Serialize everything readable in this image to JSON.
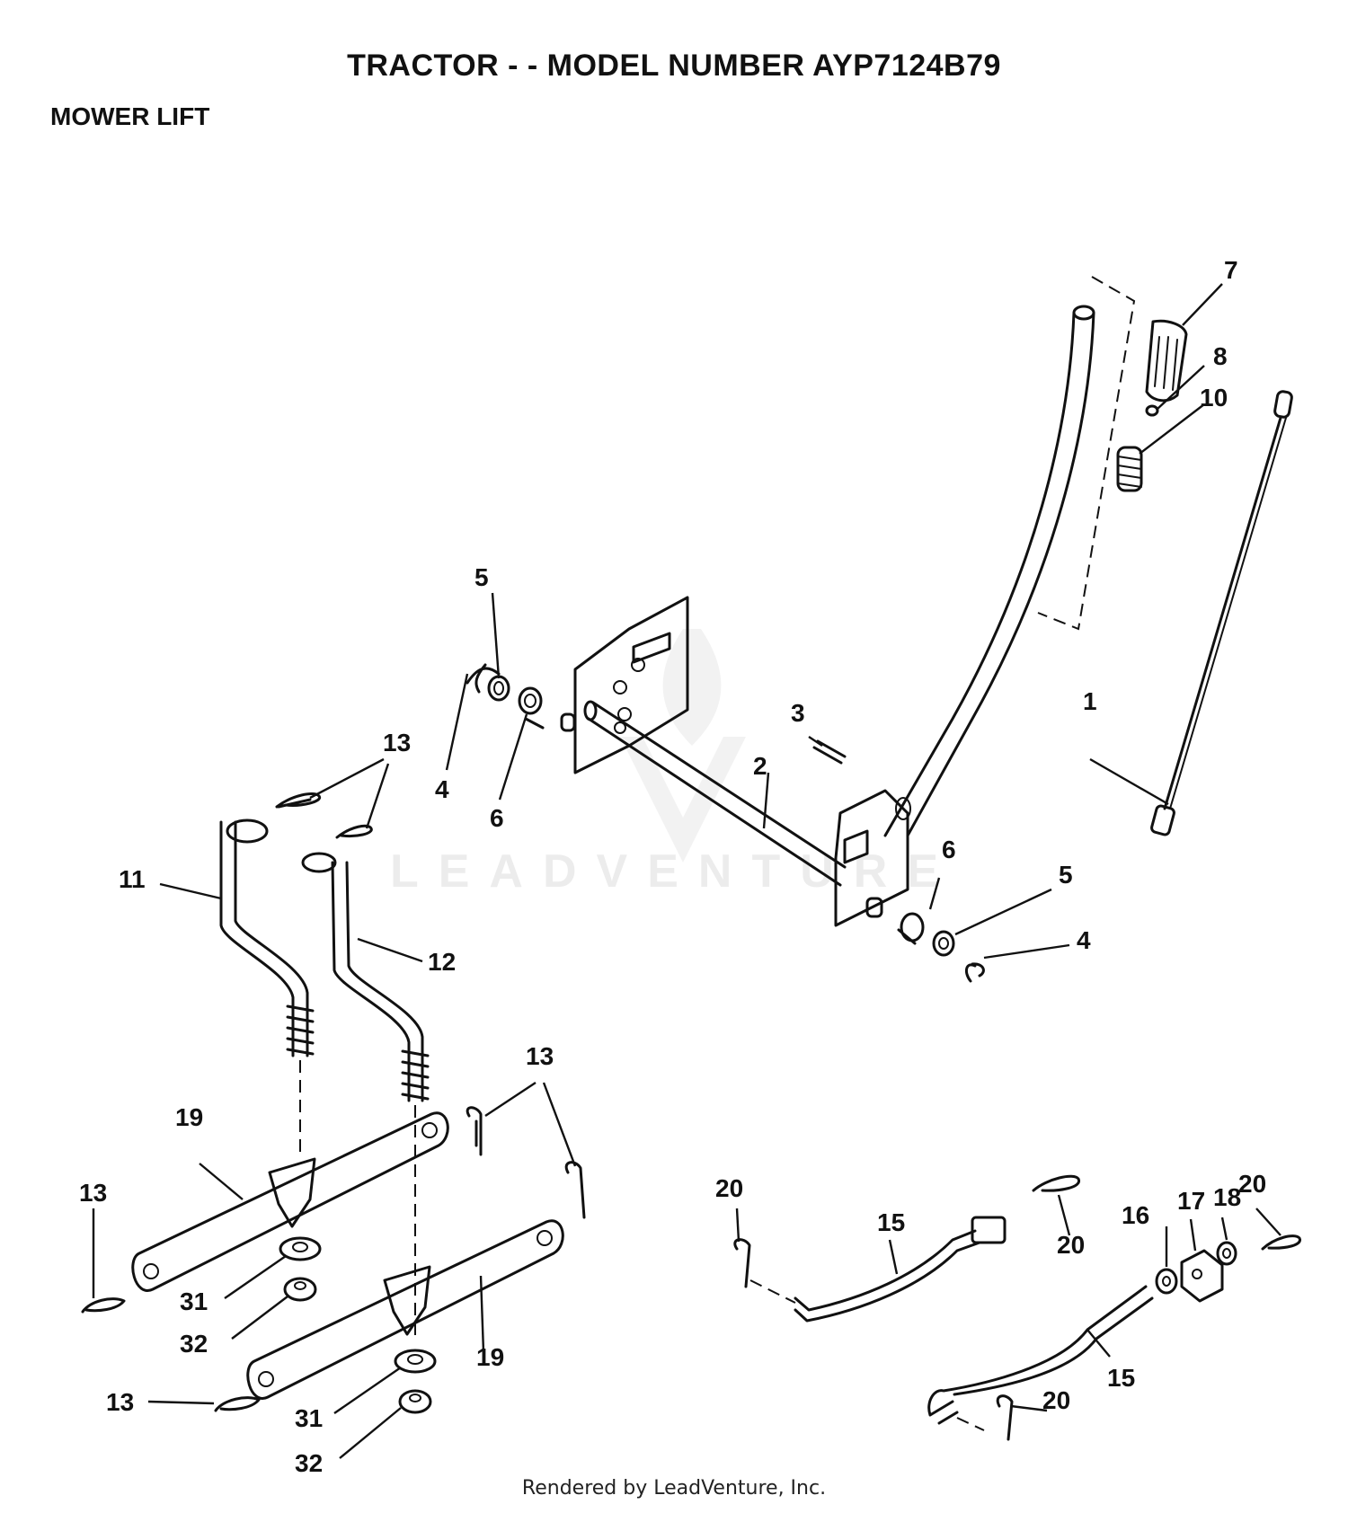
{
  "header": {
    "title": "TRACTOR - - MODEL NUMBER AYP7124B79",
    "section": "MOWER LIFT"
  },
  "watermark": {
    "text": "LEADVENTURE"
  },
  "footer": {
    "text": "Rendered by LeadVenture, Inc."
  },
  "callouts": {
    "c1": "1",
    "c2": "2",
    "c3": "3",
    "c4a": "4",
    "c4b": "4",
    "c5a": "5",
    "c5b": "5",
    "c6a": "6",
    "c6b": "6",
    "c7": "7",
    "c8": "8",
    "c10": "10",
    "c11": "11",
    "c12": "12",
    "c13a": "13",
    "c13b": "13",
    "c13c": "13",
    "c13d": "13",
    "c15a": "15",
    "c15b": "15",
    "c16": "16",
    "c17": "17",
    "c18": "18",
    "c19a": "19",
    "c19b": "19",
    "c20a": "20",
    "c20b": "20",
    "c20c": "20",
    "c20d": "20",
    "c31a": "31",
    "c31b": "31",
    "c32a": "32",
    "c32b": "32"
  }
}
